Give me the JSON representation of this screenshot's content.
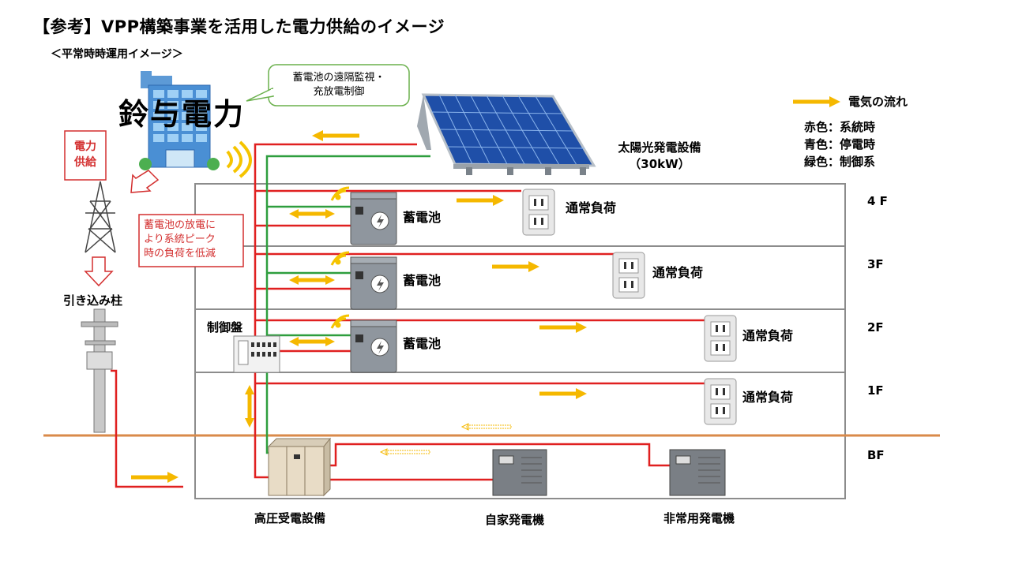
{
  "title": "【参考】VPP構築事業を活用した電力供給のイメージ",
  "subtitle": "＜平常時時運用イメージ＞",
  "company": "鈴与電力",
  "callout": {
    "line1": "蓄電池の遠隔監視・",
    "line2": "充放電制御"
  },
  "supply_box": {
    "line1": "電力",
    "line2": "供給"
  },
  "peak_note": {
    "line1": "蓄電池の放電に",
    "line2": "より系統ピーク",
    "line3": "時の負荷を低減"
  },
  "solar": {
    "line1": "太陽光発電設備",
    "line2": "（30kW）"
  },
  "legend": {
    "flow": "電気の流れ",
    "red": "赤色：系統時",
    "blue": "青色：停電時",
    "green": "緑色：制御系"
  },
  "floors": [
    "4 F",
    "3F",
    "2F",
    "1F",
    "BF"
  ],
  "battery_label": "蓄電池",
  "load_label": "通常負荷",
  "control_panel": "制御盤",
  "pole": "引き込み柱",
  "equipment": {
    "hv": "高圧受電設備",
    "own_gen": "自家発電機",
    "emergency_gen": "非常用発電機"
  },
  "colors": {
    "grid": "#e02020",
    "control": "#2e9e3e",
    "flow": "#f5b800",
    "ground": "#d98a4a"
  }
}
